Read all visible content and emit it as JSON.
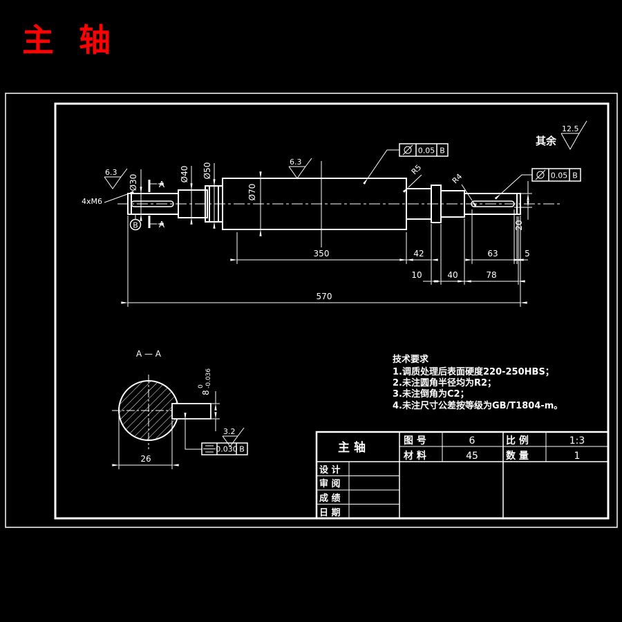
{
  "title": "主 轴",
  "general": {
    "label": "其余",
    "value": "12.5"
  },
  "main": {
    "thread": "4xM6",
    "rough_left": "6.3",
    "rough_body": "6.3",
    "d30": "Ø30",
    "d40": "Ø40",
    "d50": "Ø50",
    "d70": "Ø70",
    "r5": "R5",
    "r4": "R4",
    "dim20": "20",
    "datum_b": "B",
    "section_letter": "A",
    "gdt_top": {
      "tol": "0.05",
      "datum": "B"
    },
    "gdt_right": {
      "tol": "0.05",
      "datum": "B"
    },
    "dims": {
      "l350": "350",
      "l42": "42",
      "l63": "63",
      "l5": "5",
      "l10": "10",
      "l40": "40",
      "l78": "78",
      "l570": "570"
    }
  },
  "sec": {
    "title": "A — A",
    "dim26": "26",
    "key8": "8",
    "tol_up": "0",
    "tol_low": "-0.036",
    "rough": "3.2",
    "gdt": {
      "tol": "0.030",
      "datum": "B"
    }
  },
  "tech": {
    "title": "技术要求",
    "items": [
      "1.调质处理后表面硬度220-250HBS；",
      "2.未注圆角半径均为R2；",
      "3.未注倒角为C2；",
      "4.未注尺寸公差按等级为GB/T1804-m。"
    ]
  },
  "tb": {
    "part_name": "主  轴",
    "drawing_no_label": "图 号",
    "drawing_no": "6",
    "scale_label": "比 例",
    "scale": "1:3",
    "material_label": "材 料",
    "material": "45",
    "qty_label": "数 量",
    "qty": "1",
    "row_design": "设 计",
    "row_review": "审 阅",
    "row_score": "成 绩",
    "row_date": "日 期"
  }
}
